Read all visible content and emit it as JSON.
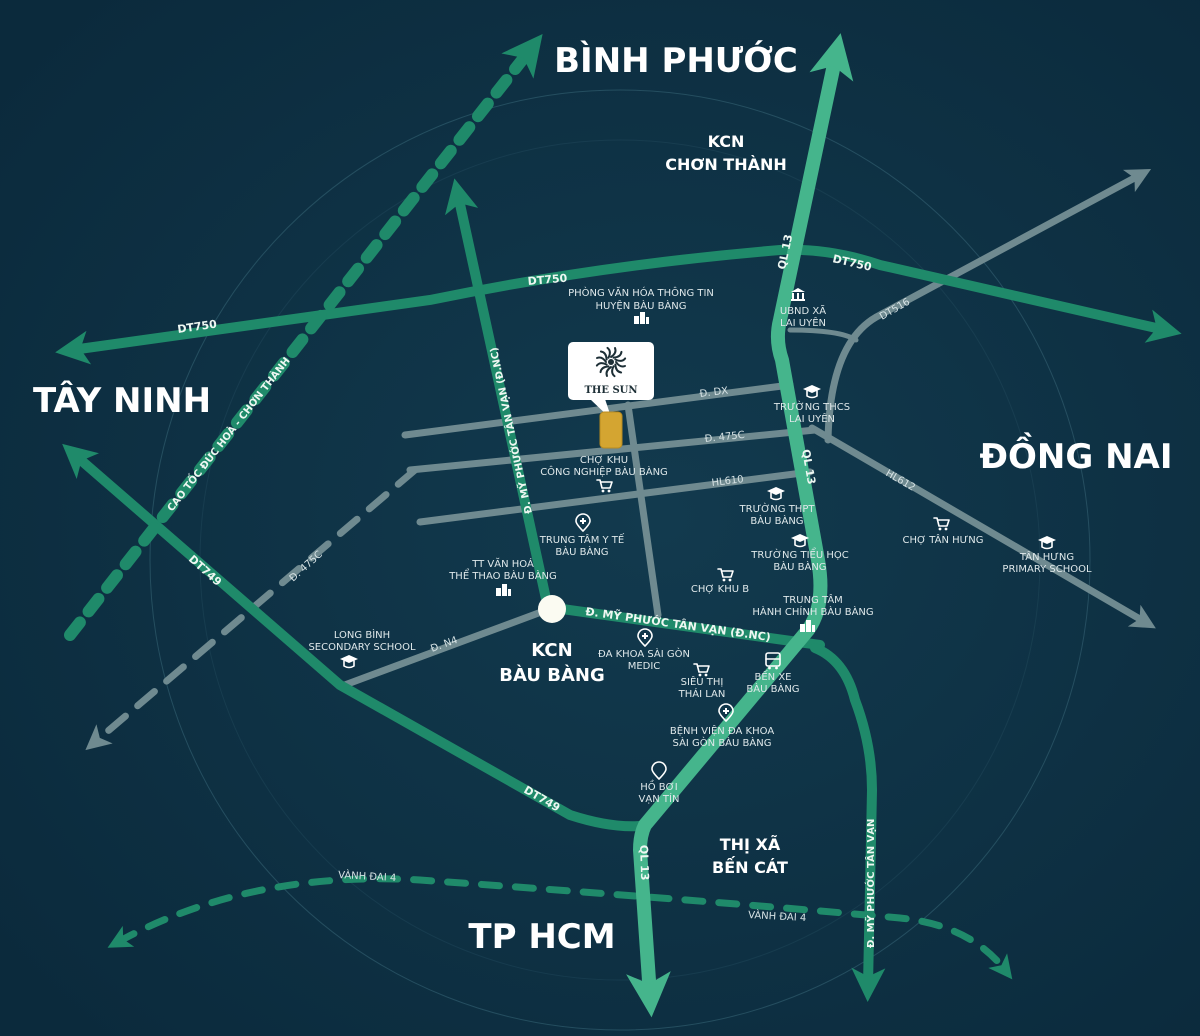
{
  "colors": {
    "background": "#0e3147",
    "background_dark": "#0a2838",
    "main_road": "#45b58c",
    "secondary_road": "#1f8a6a",
    "minor_road": "#6f8a90",
    "project_marker": "#d4a531",
    "label": "#e6eef0"
  },
  "regions": {
    "north": "BÌNH PHƯỚC",
    "west": "TÂY NINH",
    "east": "ĐỒNG NAI",
    "south": "TP HCM"
  },
  "zones": {
    "kcn_chon_thanh_1": "KCN",
    "kcn_chon_thanh_2": "CHƠN THÀNH",
    "kcn_bau_bang_1": "KCN",
    "kcn_bau_bang_2": "BÀU BÀNG",
    "ben_cat_1": "THỊ XÃ",
    "ben_cat_2": "BẾN CÁT"
  },
  "project": {
    "name": "THE SUN",
    "logo_icon": "sun-swirl-icon"
  },
  "roads": {
    "ql13_north": "QL 13",
    "ql13_mid": "QL 13",
    "ql13_south": "QL 13",
    "dt750_west": "DT750",
    "dt750_mid": "DT750",
    "dt750_east": "DT750",
    "dt749_west": "DT749",
    "dt749_south": "DT749",
    "dt516": "DT516",
    "hl612": "HL612",
    "hl610": "HL610",
    "d_dx": "Đ. DX",
    "d_475c_east": "Đ. 475C",
    "d_475c_west": "Đ. 475C",
    "d_n4": "Đ. N4",
    "cao_toc": "CAO TỐC ĐỨC HOÀ - CHƠN THÀNH",
    "my_phuoc_north": "Đ. MỸ PHƯỚC TÂN VẠN (Đ.NC)",
    "my_phuoc_east": "Đ. MỸ PHƯỚC TÂN VẠN (Đ.NC)",
    "my_phuoc_south": "Đ. MỸ PHƯỚC TÂN VẠN",
    "vanh_dai_4_west": "VÀNH ĐAI 4",
    "vanh_dai_4_east": "VÀNH ĐAI 4"
  },
  "pois": [
    {
      "icon": "building-icon",
      "lines": [
        "PHÒNG VĂN HÓA THÔNG TIN",
        "HUYỆN BÀU BÀNG"
      ]
    },
    {
      "icon": "government-icon",
      "lines": [
        "UBND XÃ",
        "LAI UYÊN"
      ]
    },
    {
      "icon": "graduation-cap-icon",
      "lines": [
        "TRƯỜNG THCS",
        "LAI UYÊN"
      ]
    },
    {
      "icon": "shopping-cart-icon",
      "lines": [
        "CHỢ KHU",
        "CÔNG NGHIỆP BÀU BÀNG"
      ]
    },
    {
      "icon": "graduation-cap-icon",
      "lines": [
        "TRƯỜNG THPT",
        "BÀU BÀNG"
      ]
    },
    {
      "icon": "medical-pin-icon",
      "lines": [
        "TRUNG TÂM Y TẾ",
        "BÀU BÀNG"
      ]
    },
    {
      "icon": "graduation-cap-icon",
      "lines": [
        "TRƯỜNG TIỂU HỌC",
        "BÀU BÀNG"
      ]
    },
    {
      "icon": "shopping-cart-icon",
      "lines": [
        "CHỢ TÂN HƯNG"
      ]
    },
    {
      "icon": "graduation-cap-icon",
      "lines": [
        "TÂN HƯNG",
        "PRIMARY SCHOOL"
      ]
    },
    {
      "icon": "building-icon",
      "lines": [
        "TT VĂN HOÁ",
        "THỂ THAO BÀU BÀNG"
      ]
    },
    {
      "icon": "shopping-cart-icon",
      "lines": [
        "CHỢ KHU B"
      ]
    },
    {
      "icon": "building-icon",
      "lines": [
        "TRUNG TÂM",
        "HÀNH CHÍNH BÀU BÀNG"
      ]
    },
    {
      "icon": "graduation-cap-icon",
      "lines": [
        "LONG BÌNH",
        "SECONDARY SCHOOL"
      ]
    },
    {
      "icon": "medical-pin-icon",
      "lines": [
        "ĐA KHOA SÀI GÒN",
        "MEDIC"
      ]
    },
    {
      "icon": "shopping-cart-icon",
      "lines": [
        "SIÊU THỊ",
        "THÁI LAN"
      ]
    },
    {
      "icon": "bus-icon",
      "lines": [
        "BẾN XE",
        "BÀU BÀNG"
      ]
    },
    {
      "icon": "medical-pin-icon",
      "lines": [
        "BỆNH VIỆN ĐA KHOA",
        "SÀI GÒN BÀU BÀNG"
      ]
    },
    {
      "icon": "location-pin-icon",
      "lines": [
        "HỒ BƠI",
        "VẠN TÍN"
      ]
    }
  ]
}
